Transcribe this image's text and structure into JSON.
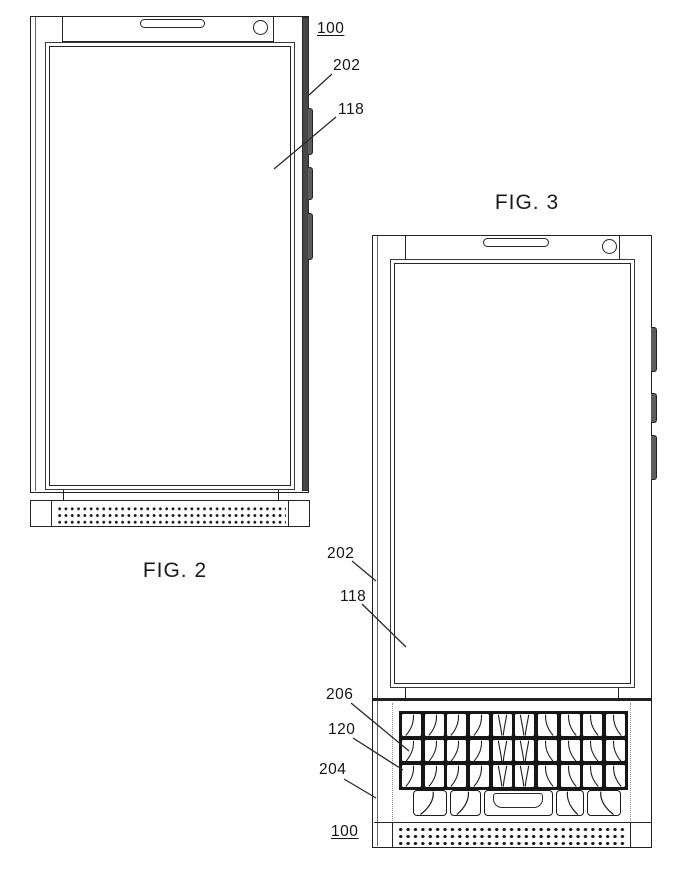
{
  "page": {
    "background": "#ffffff",
    "ink": "#1f1f1f"
  },
  "fig2": {
    "caption": "FIG. 2",
    "labels": {
      "ref100": "100",
      "ref202": "202",
      "ref118": "118"
    }
  },
  "fig3": {
    "caption": "FIG. 3",
    "labels": {
      "ref202": "202",
      "ref118": "118",
      "ref206": "206",
      "ref120": "120",
      "ref204": "204",
      "ref100": "100"
    },
    "keyboard": {
      "rows": 3,
      "cols": 10,
      "bottom_left_keys": 2,
      "bottom_right_keys": 2,
      "has_spacebar": true
    }
  }
}
